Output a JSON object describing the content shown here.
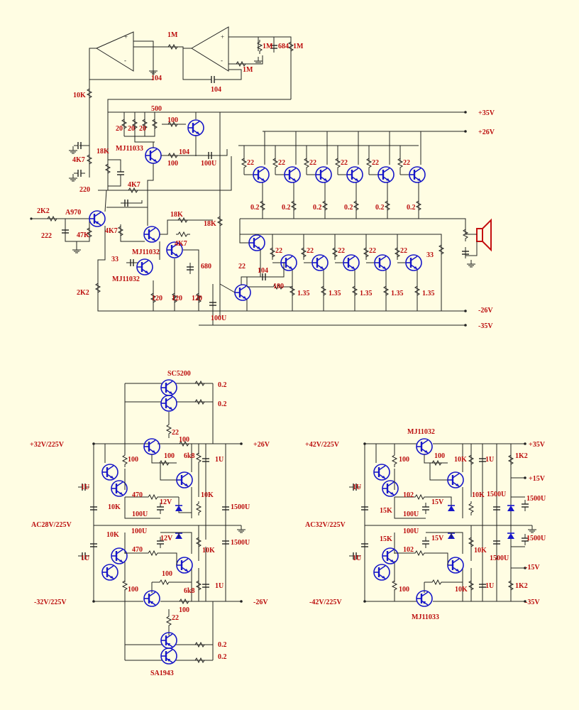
{
  "labels": {
    "r1M_a": "1M",
    "r1M_b": "1M",
    "r1M_c": "1M",
    "r1M_d": "1M",
    "c684": "684",
    "c104_a": "104",
    "c104_b": "104",
    "r10K_in": "10K",
    "r4K7_a": "4K7",
    "r220": "220",
    "r18K_a": "18K",
    "r4K7_b": "4K7",
    "r2K2_in": "2K2",
    "c222": "222",
    "q_a970": "A970",
    "r47K": "47K",
    "r4K7_c": "4K7",
    "r33_a": "33",
    "r2K2_bot": "2K2",
    "r20_a": "20",
    "r20_b": "20",
    "r20_c": "20",
    "pot500": "500",
    "r100_a": "100",
    "q_mj11033": "MJ11033",
    "c104_c": "104",
    "r100_b": "100",
    "c100u_a": "100U",
    "r18K_b": "18K",
    "r4K7_d": "4K7",
    "q_mj11032_a": "MJ11032",
    "q_mj11032_b": "MJ11032",
    "r680": "680",
    "r120_a": "120",
    "r120_b": "120",
    "r120_c": "120",
    "r18K_c": "18K",
    "c100u_b": "100U",
    "r22_u1": "22",
    "r22_u2": "22",
    "r22_u3": "22",
    "r22_u4": "22",
    "r22_u5": "22",
    "r22_u6": "22",
    "r02_u1": "0.2",
    "r02_u2": "0.2",
    "r02_u3": "0.2",
    "r02_u4": "0.2",
    "r02_u5": "0.2",
    "r02_u6": "0.2",
    "r22_l1": "22",
    "r22_l2": "22",
    "r22_l3": "22",
    "r22_l4": "22",
    "r22_l5": "22",
    "r135_1": "1.35",
    "r135_2": "1.35",
    "r135_3": "1.35",
    "r135_4": "1.35",
    "r135_5": "1.35",
    "r22_drv": "22",
    "c104_d": "104",
    "r100_c": "100",
    "r33_b": "33",
    "v35p": "+35V",
    "v26p": "+26V",
    "v26n": "-26V",
    "v35n": "-35V"
  },
  "ps1": {
    "q_top": "SC5200",
    "r02_a": "0.2",
    "r02_b": "0.2",
    "r22_a": "22",
    "vin_pos": "+32V/225V",
    "vout_pos": "+26V",
    "r100_a": "100",
    "r100_b": "100",
    "r100_c": "100",
    "r6k8_a": "6k8",
    "c1u_a": "1U",
    "c1u_b": "1U",
    "r470_a": "470",
    "r10k_a": "10K",
    "c100u_a": "100U",
    "z12v_a": "12V",
    "pot10k_a": "10K",
    "c1500u_a": "1500U",
    "ac_in": "AC28V/225V",
    "r10k_b": "10K",
    "c100u_b": "100U",
    "z12v_b": "12V",
    "pot10k_b": "10K",
    "c1500u_b": "1500U",
    "c1u_c": "1U",
    "r470_b": "470",
    "r100_d": "100",
    "r100_e": "100",
    "r6k8_b": "6k8",
    "c1u_d": "1U",
    "vin_neg": "-32V/225V",
    "vout_neg": "-26V",
    "r100_f": "100",
    "r22_b": "22",
    "r02_c": "0.2",
    "r02_d": "0.2",
    "q_bot": "SA1943"
  },
  "ps2": {
    "q_top": "MJ11032",
    "vin_pos": "+42V/225V",
    "vout_pos": "+35V",
    "r100_a": "100",
    "r100_b": "100",
    "r10k_a": "10K",
    "c1u_a": "1U",
    "r1k2_a": "1K2",
    "v15p": "+15V",
    "c1u_b": "1U",
    "r102_a": "102",
    "r15k_a": "15K",
    "c100u_a": "100U",
    "z15v_a": "15V",
    "pot10k_a": "10K",
    "c1500u_a": "1500U",
    "c1500u_b": "1500U",
    "ac_in": "AC32V/225V",
    "c100u_b": "100U",
    "r15k_b": "15K",
    "z15v_b": "15V",
    "c1500u_c": "1500U",
    "c1500u_d": "1500U",
    "pot10k_b": "10K",
    "c1u_c": "1U",
    "r102_b": "102",
    "v15n": "-15V",
    "r100_c": "100",
    "r10k_b": "10K",
    "c1u_d": "1U",
    "r1k2_b": "1K2",
    "vin_neg": "-42V/225V",
    "vout_neg": "-35V",
    "q_bot": "MJ11033"
  }
}
